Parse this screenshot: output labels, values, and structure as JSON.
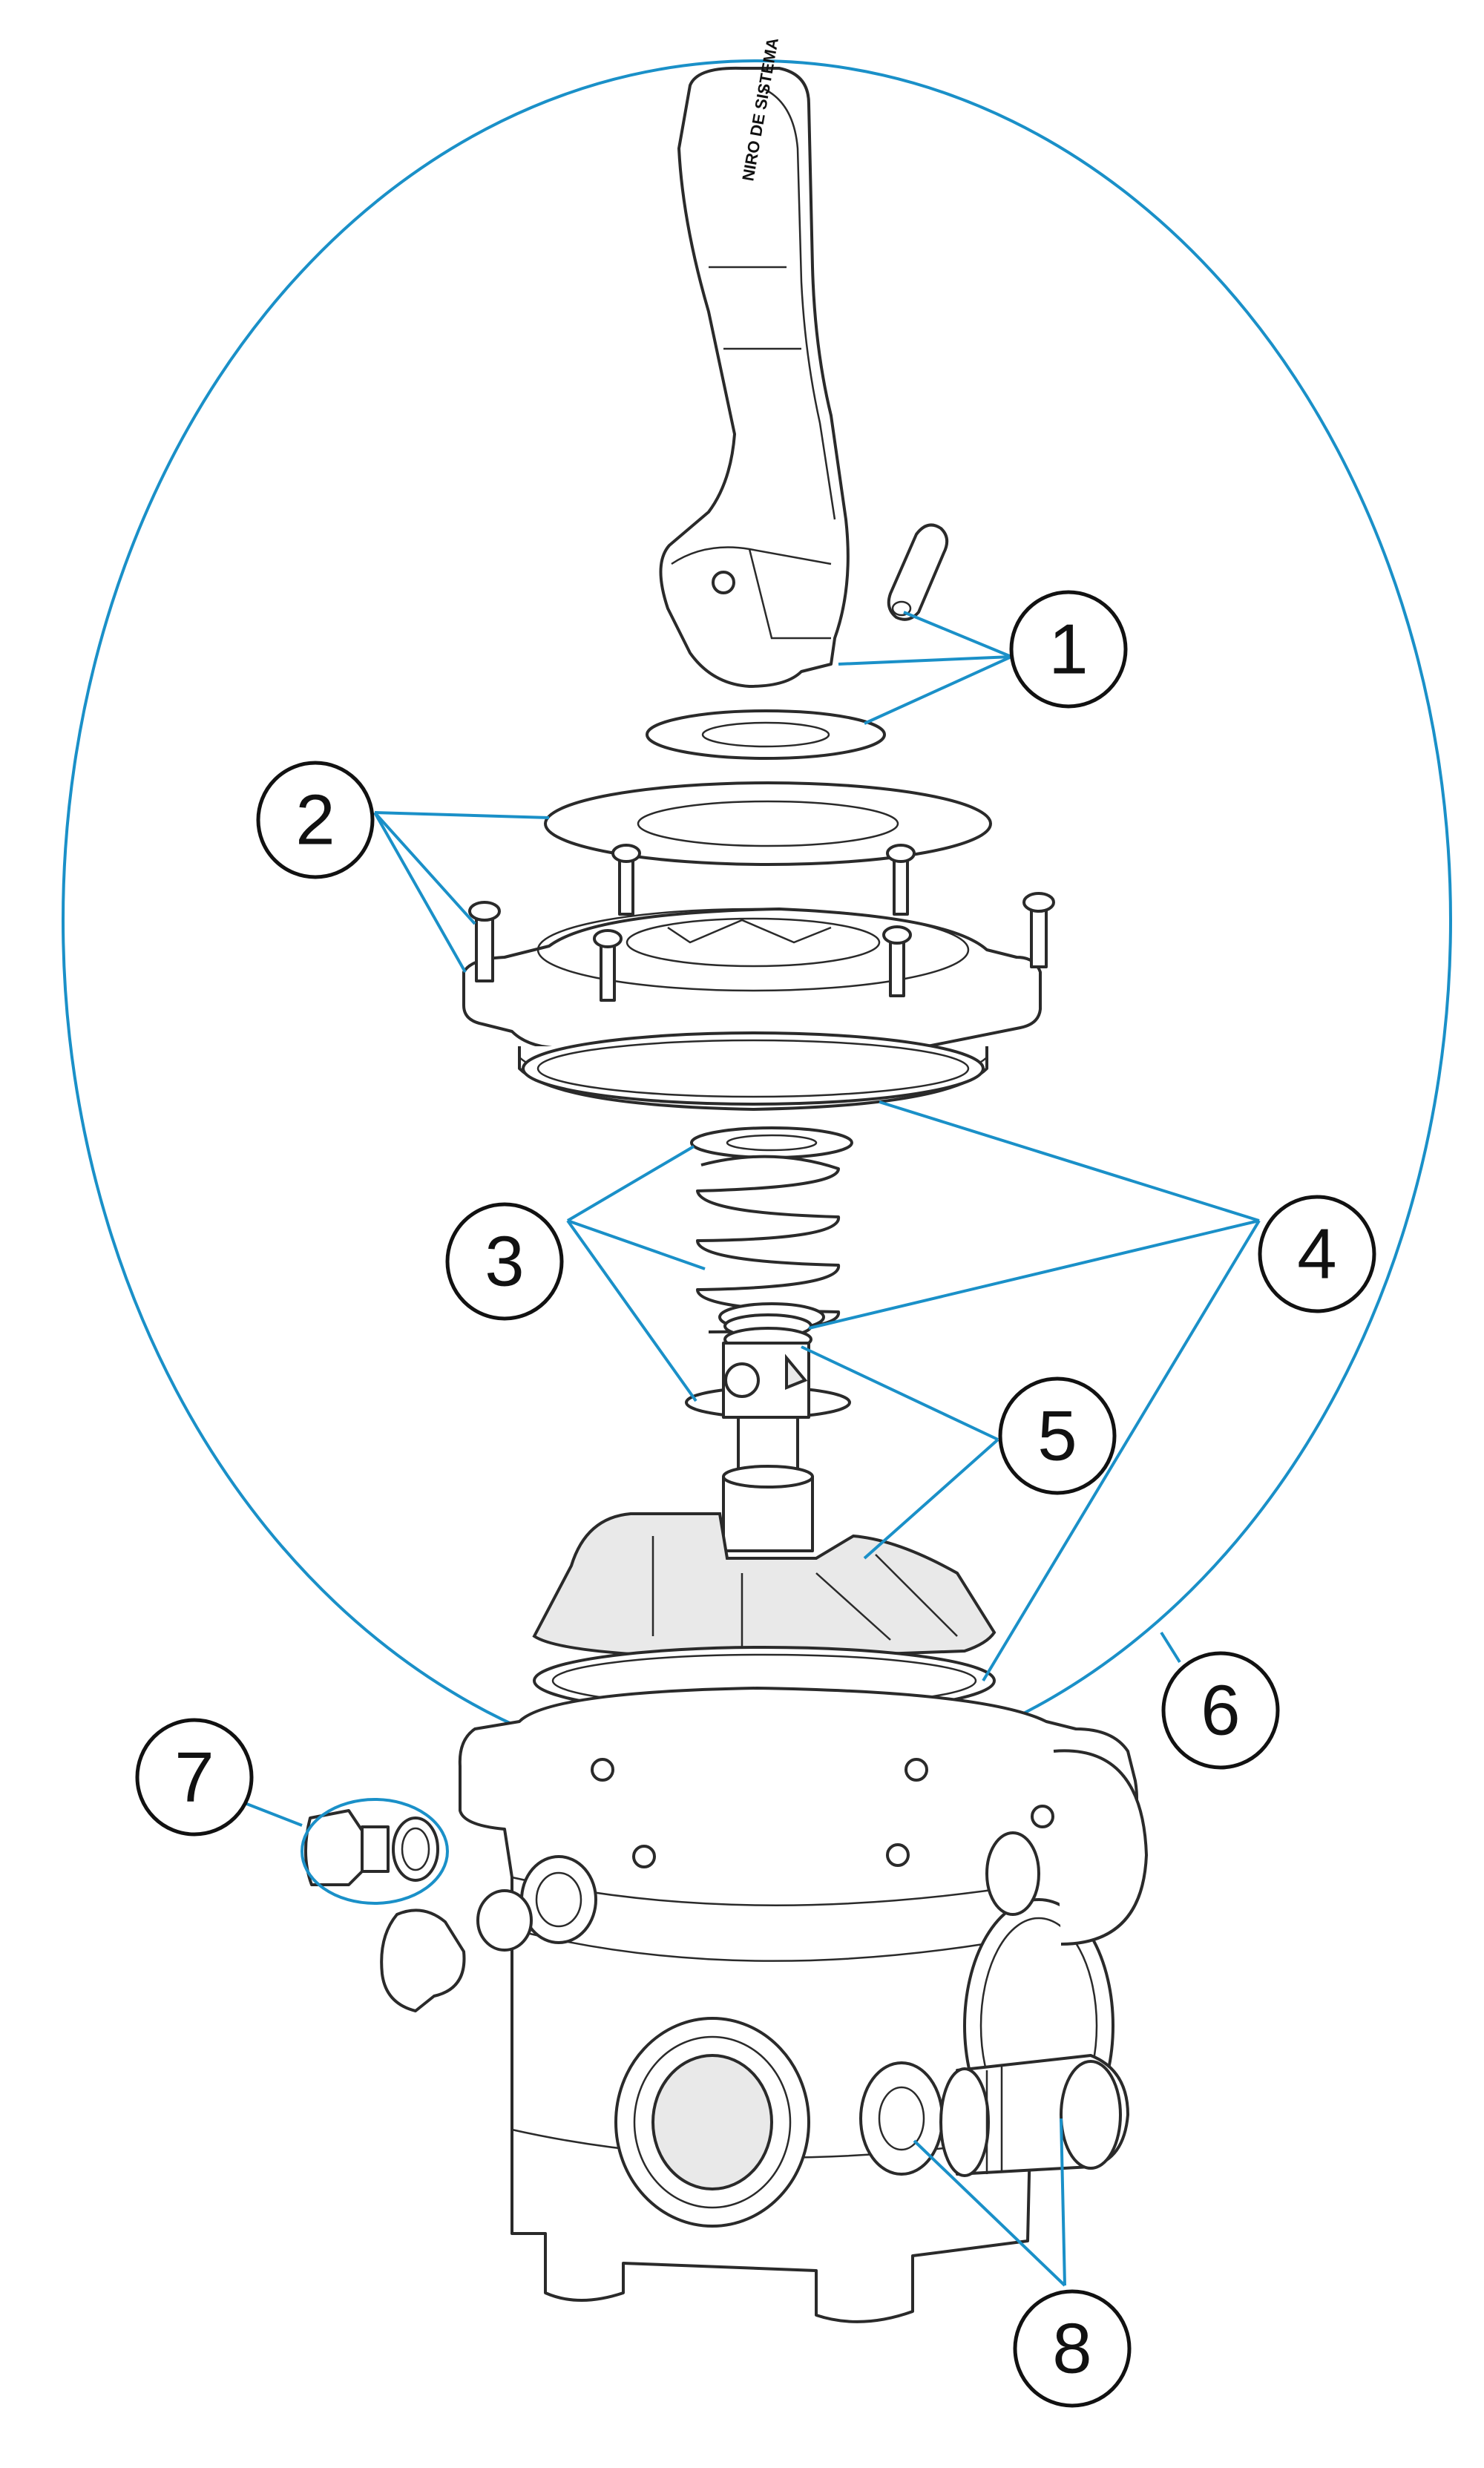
{
  "colors": {
    "leader": "#1a90c8",
    "outline": "#2a2a2a",
    "background": "#ffffff"
  },
  "callouts": [
    {
      "id": "1",
      "label": "1"
    },
    {
      "id": "2",
      "label": "2"
    },
    {
      "id": "3",
      "label": "3"
    },
    {
      "id": "4",
      "label": "4"
    },
    {
      "id": "5",
      "label": "5"
    },
    {
      "id": "6",
      "label": "6"
    },
    {
      "id": "7",
      "label": "7"
    },
    {
      "id": "8",
      "label": "8"
    }
  ],
  "handle_text": "NIRO DE SISTEMA"
}
